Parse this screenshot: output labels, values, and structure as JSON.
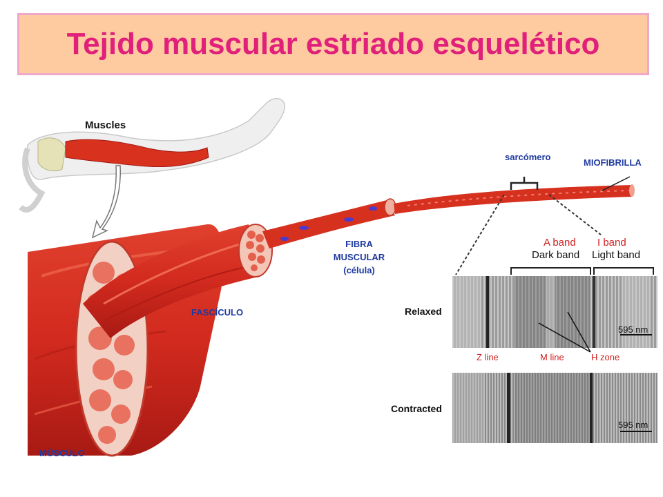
{
  "title": "Tejido muscular estriado esquelético",
  "colors": {
    "title": "#e0207a",
    "title_bg": "#fdcb9f",
    "title_border": "#f0a8c8",
    "labels": "#1f3aa0",
    "muscle": "#d42a20",
    "band_labels": "#d02020"
  },
  "arm_label": "Muscles",
  "labels": {
    "musculo": "MÚSCULO",
    "fasciculo": "FASCÍCULO",
    "fibra_line1": "FIBRA",
    "fibra_line2": "MUSCULAR",
    "fibra_line3": "(célula)",
    "sarcomero": "sarcómero",
    "miofibrilla": "MIOFIBRILLA"
  },
  "bands": {
    "a_band": "A band",
    "dark_band": "Dark band",
    "i_band": "I band",
    "light_band": "Light band"
  },
  "micrographs": {
    "relaxed": "Relaxed",
    "contracted": "Contracted",
    "scale_relaxed": "595 nm",
    "scale_contracted": "595 nm",
    "z_line": "Z line",
    "m_line": "M line",
    "h_zone": "H zone"
  },
  "icons": [
    "arrow-icon"
  ]
}
